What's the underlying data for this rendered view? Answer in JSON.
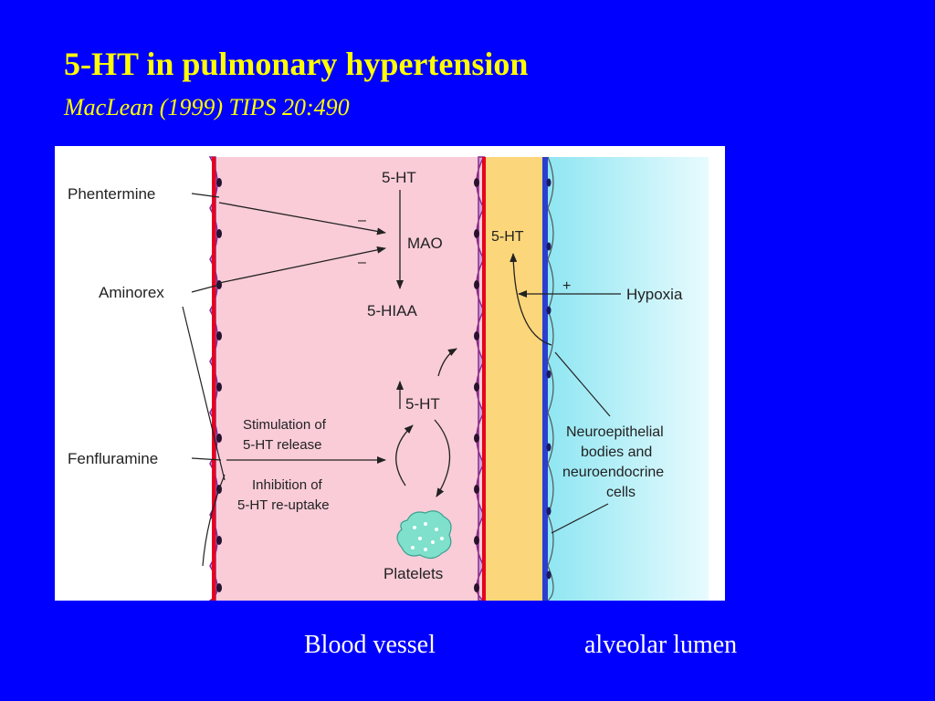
{
  "slide": {
    "title": "5-HT in pulmonary hypertension",
    "citation": "MacLean (1999) TIPS 20:490"
  },
  "diagram": {
    "labels": {
      "phentermine": "Phentermine",
      "aminorex": "Aminorex",
      "fenfluramine": "Fenfluramine",
      "stimulation_line1": "Stimulation of",
      "stimulation_line2": "5-HT release",
      "inhibition_line1": "Inhibition of",
      "inhibition_line2": "5-HT re-uptake",
      "serotonin_top": "5-HT",
      "mao": "MAO",
      "metabolite": "5-HIAA",
      "serotonin_mid": "5-HT",
      "platelets": "Platelets",
      "serotonin_layer": "5-HT",
      "hypoxia": "Hypoxia",
      "neb_line1": "Neuroepithelial",
      "neb_line2": "bodies and",
      "neb_line3": "neuroendocrine",
      "neb_line4": "cells",
      "minus_1": "–",
      "minus_2": "–",
      "plus": "+"
    },
    "colors": {
      "vessel": "#F9CCD8",
      "wall_red": "#E8001C",
      "cell_purple": "#8B2A8E",
      "interstitium": "#FCD67A",
      "epithelium_blue": "#2A3FD0",
      "alveolar": "#A6EEF7",
      "platelet": "#7FE0CC"
    }
  },
  "captions": {
    "vessel": "Blood vessel",
    "lumen": "alveolar lumen"
  }
}
